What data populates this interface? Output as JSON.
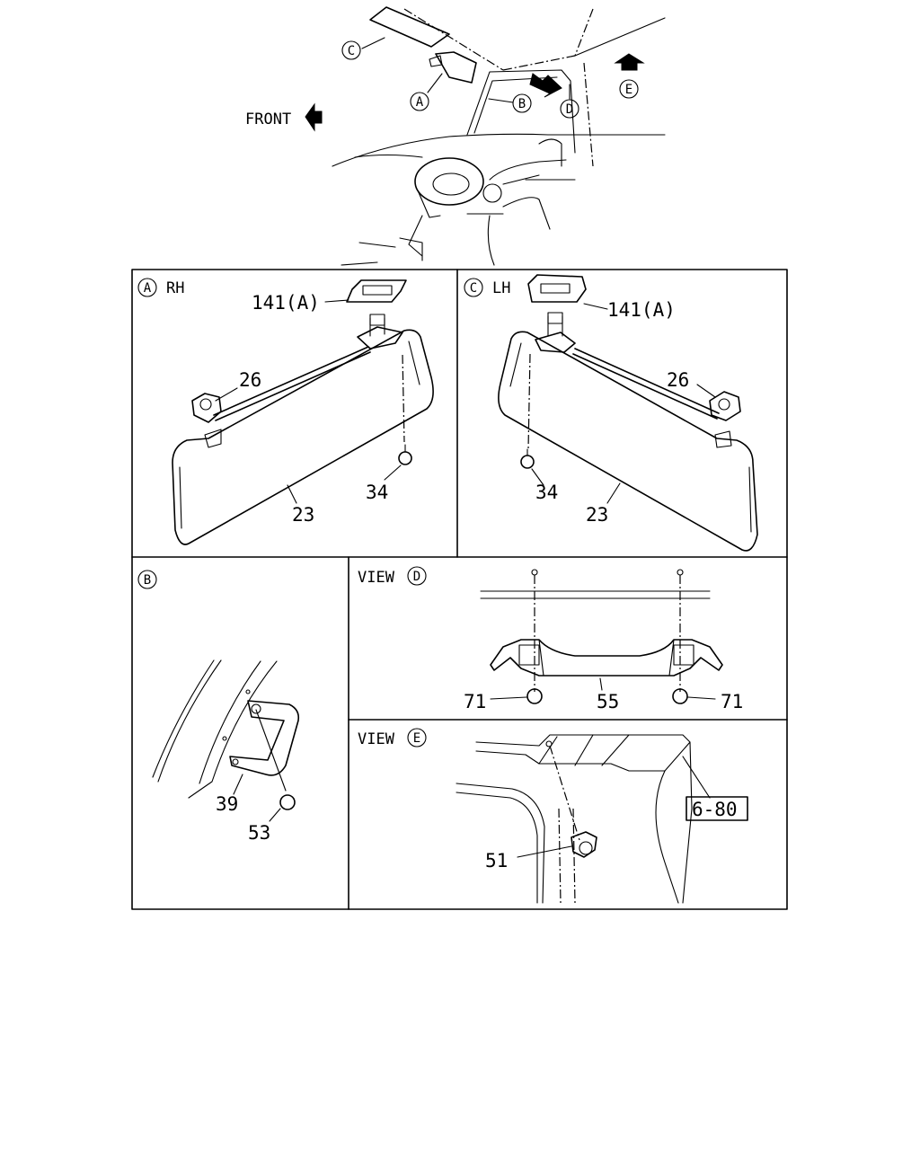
{
  "overview": {
    "front_label": "FRONT",
    "callouts": {
      "a": "A",
      "b": "B",
      "c": "C",
      "d": "D",
      "e": "E"
    }
  },
  "panel_a": {
    "letter": "A",
    "side": "RH",
    "parts": {
      "cover": "141(A)",
      "holder": "26",
      "visor": "23",
      "screw": "34"
    }
  },
  "panel_c": {
    "letter": "C",
    "side": "LH",
    "parts": {
      "cover": "141(A)",
      "holder": "26",
      "visor": "23",
      "screw": "34"
    }
  },
  "panel_b": {
    "letter": "B",
    "parts": {
      "bracket": "39",
      "screw": "53"
    }
  },
  "panel_d": {
    "view_label": "VIEW",
    "letter": "D",
    "parts": {
      "grip": "55",
      "screw_left": "71",
      "screw_right": "71"
    }
  },
  "panel_e": {
    "view_label": "VIEW",
    "letter": "E",
    "parts": {
      "clip": "51",
      "reference": "6-80"
    }
  }
}
